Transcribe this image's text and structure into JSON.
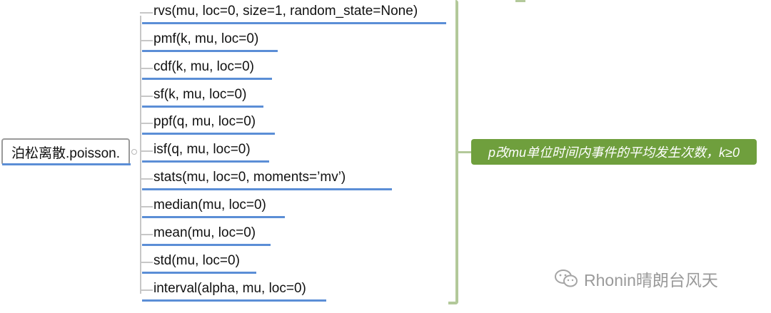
{
  "root": {
    "label": "泊松离散.poisson."
  },
  "methods": [
    {
      "label": "rvs(mu, loc=0, size=1, random_state=None)"
    },
    {
      "label": "pmf(k, mu, loc=0)"
    },
    {
      "label": "cdf(k, mu, loc=0)"
    },
    {
      "label": "sf(k, mu, loc=0)"
    },
    {
      "label": "ppf(q, mu, loc=0)"
    },
    {
      "label": "isf(q, mu, loc=0)"
    },
    {
      "label": "stats(mu, loc=0, moments=’mv’)"
    },
    {
      "label": "median(mu, loc=0)"
    },
    {
      "label": "mean(mu, loc=0)"
    },
    {
      "label": "std(mu, loc=0)"
    },
    {
      "label": "interval(alpha, mu, loc=0)"
    }
  ],
  "note": {
    "text": "p改mu单位时间内事件的平均发生次数，k≥0"
  },
  "watermark": {
    "text": "Rhonin晴朗台风天",
    "icon": "wechat-icon"
  },
  "colors": {
    "underline": "#5b8ed6",
    "branch": "#c7c7c7",
    "bracket": "#b3c99a",
    "note_bg": "#6f9f3d"
  }
}
